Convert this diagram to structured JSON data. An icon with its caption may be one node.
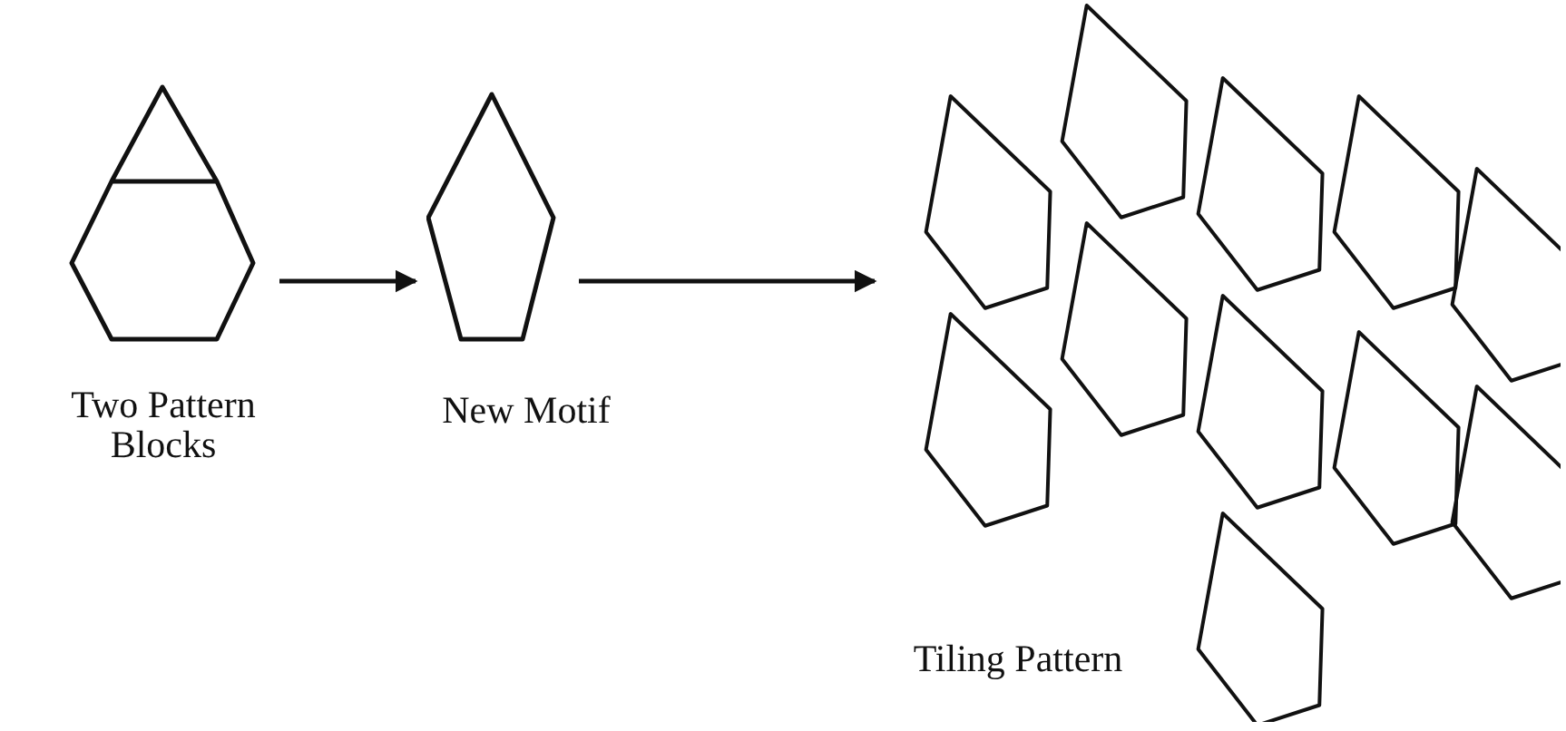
{
  "diagram": {
    "nodes": [
      {
        "text": [
          "Two Pattern Blocks"
        ]
      },
      {
        "text": [
          "New Motif"
        ]
      },
      {
        "text": [
          "Tiling Pattern"
        ]
      }
    ],
    "edges": [
      {
        "from": 0,
        "to": 1,
        "arrow": "to"
      },
      {
        "from": 1,
        "to": 2,
        "arrow": "to"
      }
    ]
  }
}
